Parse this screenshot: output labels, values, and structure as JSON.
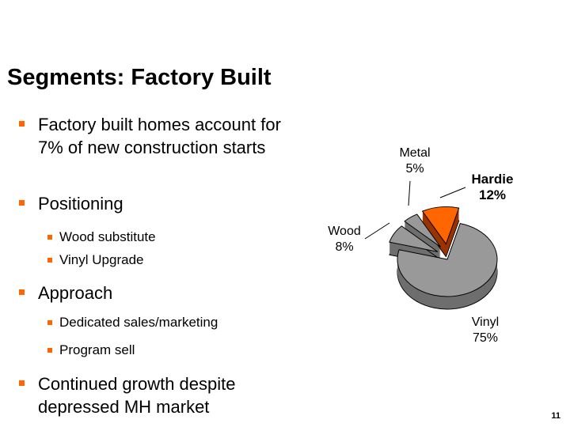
{
  "title": "Segments:  Factory Built",
  "bullets": [
    {
      "text": "Factory built homes account for 7% of new construction starts"
    },
    {
      "text": "Positioning",
      "sub": [
        "Wood substitute",
        "Vinyl Upgrade"
      ]
    },
    {
      "text": "Approach",
      "sub": [
        "Dedicated sales/marketing",
        "Program sell"
      ]
    },
    {
      "text": "Continued growth despite depressed MH market"
    }
  ],
  "page_number": "11",
  "colors": {
    "accent": "#FF6600",
    "gray": "#999999",
    "gray_dark": "#6e6e6e",
    "orange_dark": "#993300"
  },
  "chart_data": {
    "type": "pie",
    "style": "3d-exploded",
    "slices": [
      {
        "name": "Vinyl",
        "value": 75,
        "label": "75%",
        "color": "#999999",
        "exploded": false
      },
      {
        "name": "Wood",
        "value": 8,
        "label": "8%",
        "color": "#999999",
        "exploded": true
      },
      {
        "name": "Metal",
        "value": 5,
        "label": "5%",
        "color": "#999999",
        "exploded": true
      },
      {
        "name": "Hardie",
        "value": 12,
        "label": "12%",
        "color": "#FF6600",
        "exploded": true,
        "emphasized": true
      }
    ]
  }
}
